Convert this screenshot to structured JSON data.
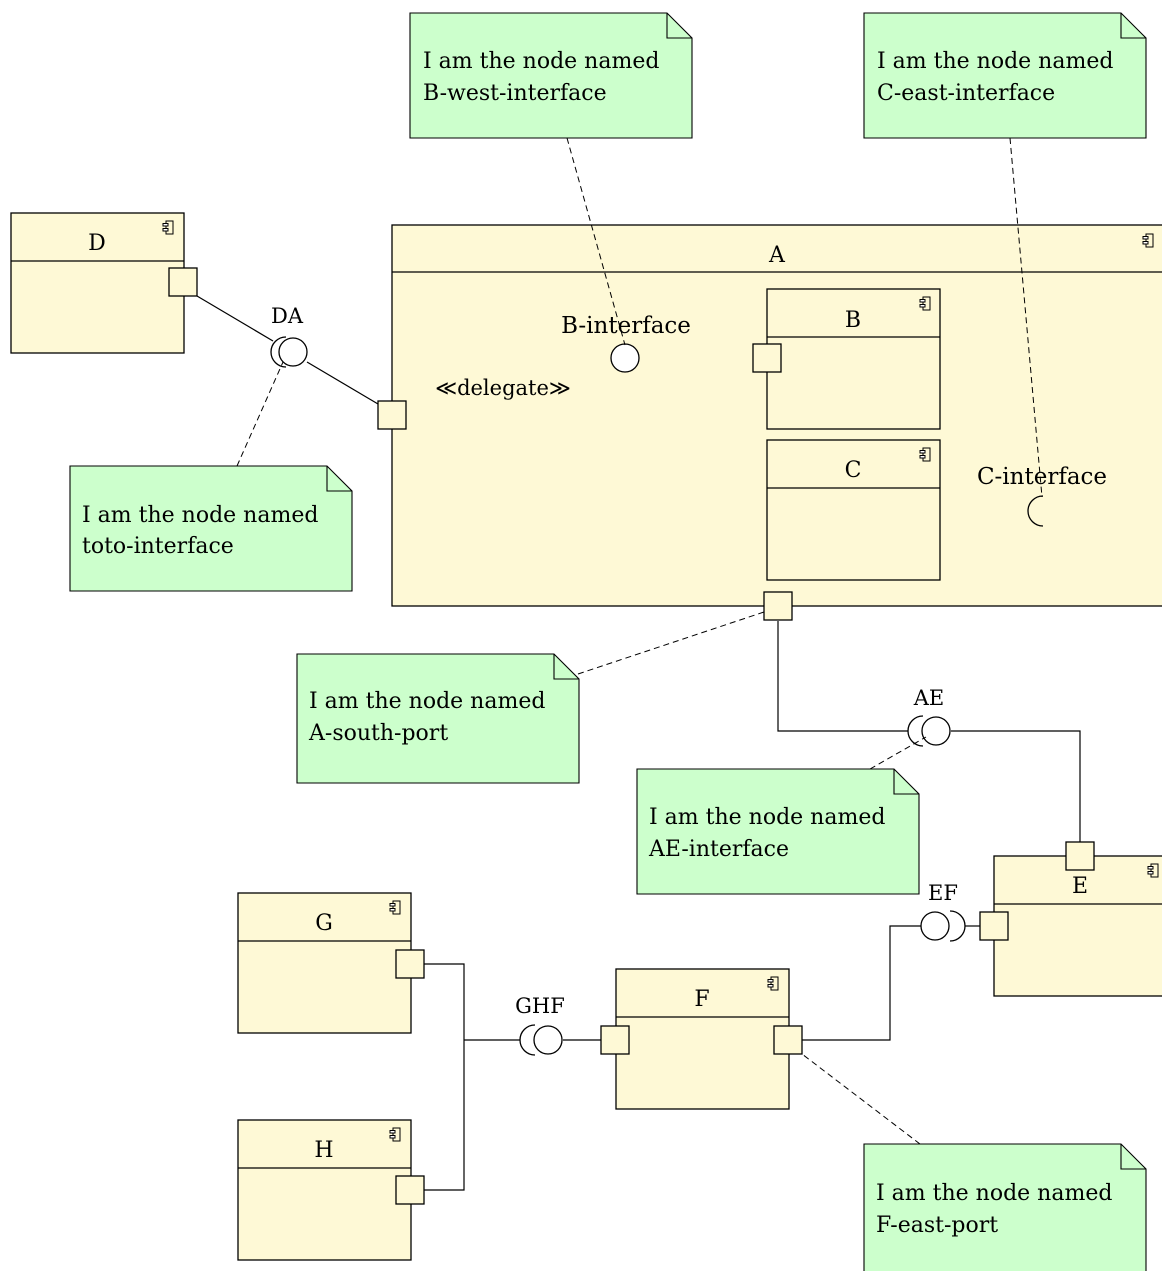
{
  "components": {
    "A": "A",
    "B": "B",
    "C": "C",
    "D": "D",
    "E": "E",
    "F": "F",
    "G": "G",
    "H": "H"
  },
  "interfaces": {
    "DA": "DA",
    "B_interface": "B-interface",
    "C_interface": "C-interface",
    "AE": "AE",
    "EF": "EF",
    "GHF": "GHF"
  },
  "stereotype": "≪delegate≫",
  "notes": {
    "b_west": [
      "I am the node named",
      "B-west-interface"
    ],
    "c_east": [
      "I am the node named",
      "C-east-interface"
    ],
    "toto": [
      "I am the node named",
      "toto-interface"
    ],
    "a_south": [
      "I am the node named",
      "A-south-port"
    ],
    "ae": [
      "I am the node named",
      "AE-interface"
    ],
    "f_east": [
      "I am the node named",
      "F-east-port"
    ]
  },
  "colors": {
    "component_fill": "#fef9d6",
    "note_fill": "#ccffcc",
    "line": "#000000"
  },
  "icons": [
    "component-icon"
  ]
}
